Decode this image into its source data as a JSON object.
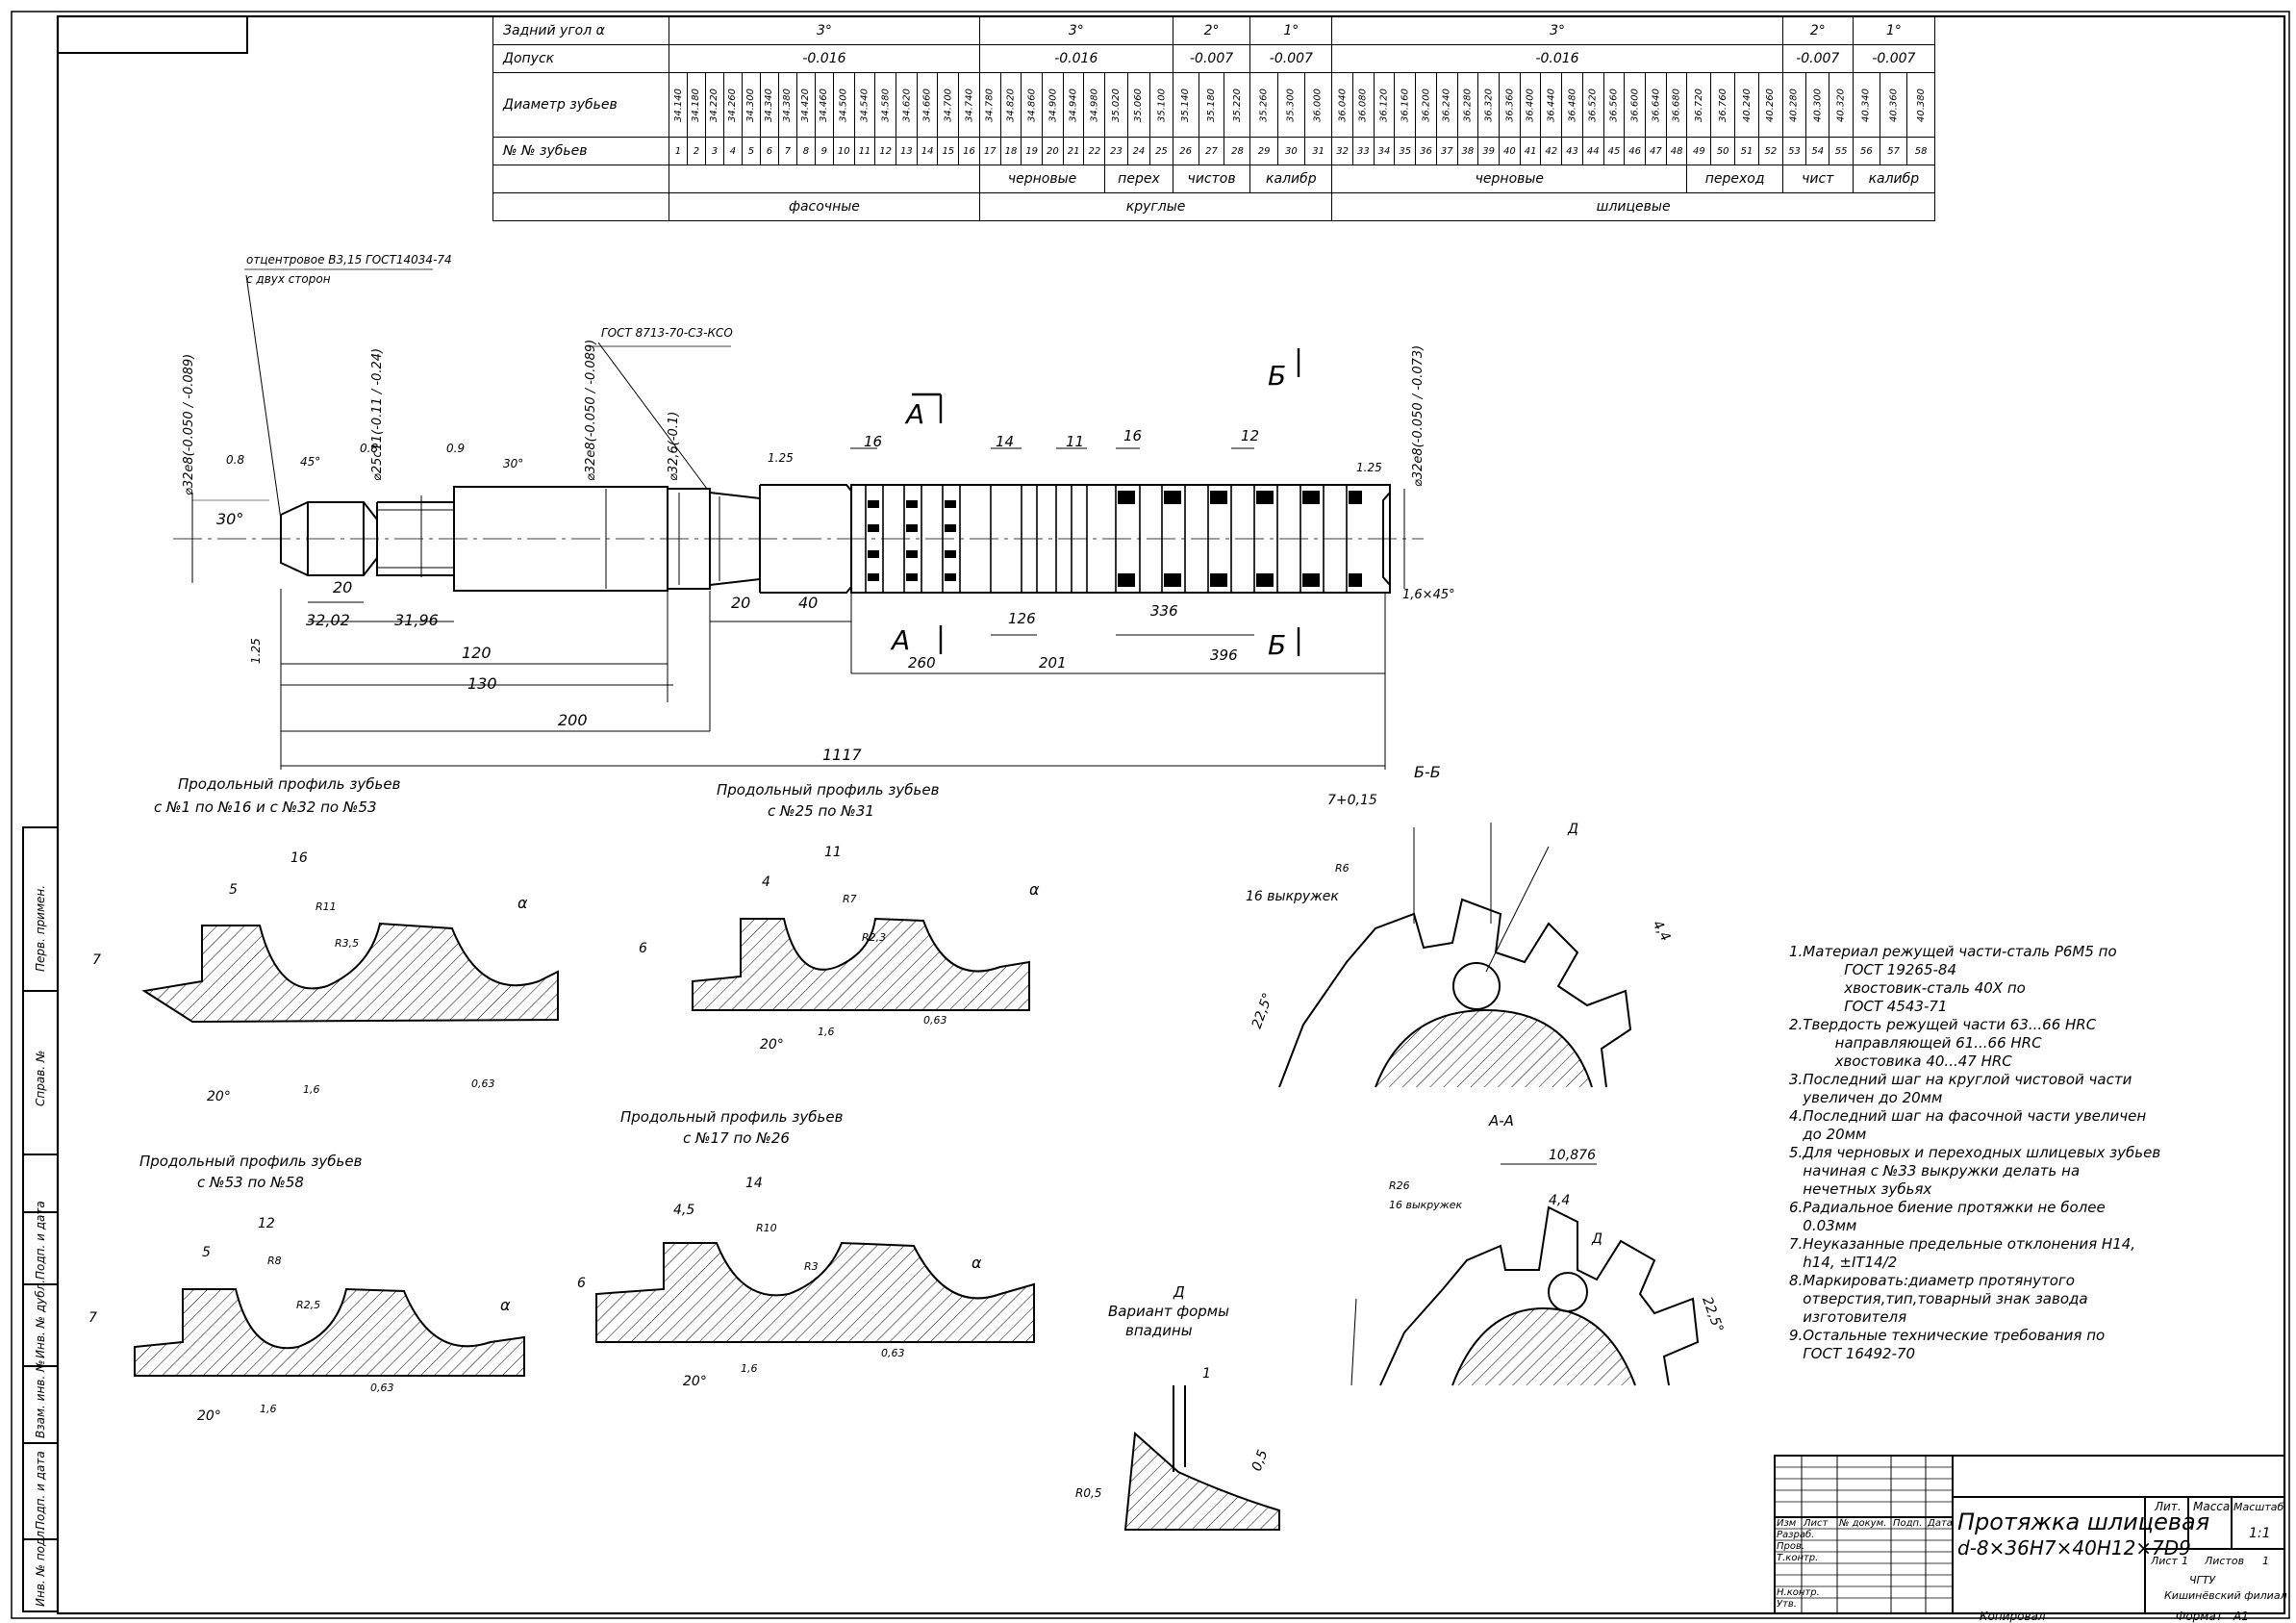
{
  "spec_table": {
    "rows": {
      "rake_angle": {
        "label": "Задний угол α",
        "cells": [
          "3°",
          "3°",
          "2°",
          "1°",
          "3°",
          "2°",
          "1°"
        ]
      },
      "tolerance": {
        "label": "Допуск",
        "cells": [
          "-0.016",
          "-0.016",
          "-0.007",
          "-0.007",
          "-0.016",
          "-0.007",
          "-0.007"
        ]
      },
      "diameter": {
        "label": "Диаметр зубьев",
        "values": [
          "34.140",
          "34.180",
          "34.220",
          "34.260",
          "34.300",
          "34.340",
          "34.380",
          "34.420",
          "34.460",
          "34.500",
          "34.540",
          "34.580",
          "34.620",
          "34.660",
          "34.700",
          "34.740",
          "34.780",
          "34.820",
          "34.860",
          "34.900",
          "34.940",
          "34.980",
          "35.020",
          "35.060",
          "35.100",
          "35.140",
          "35.180",
          "35.220",
          "35.260",
          "35.300",
          "36.000",
          "36.040",
          "36.080",
          "36.120",
          "36.160",
          "36.200",
          "36.240",
          "36.280",
          "36.320",
          "36.360",
          "36.400",
          "36.440",
          "36.480",
          "36.520",
          "36.560",
          "36.600",
          "36.640",
          "36.680",
          "36.720",
          "36.760",
          "40.240",
          "40.260",
          "40.280",
          "40.300",
          "40.320",
          "40.340",
          "40.360",
          "40.380"
        ]
      },
      "teeth_no": {
        "label": "№ № зубьев",
        "values": [
          "1",
          "2",
          "3",
          "4",
          "5",
          "6",
          "7",
          "8",
          "9",
          "10",
          "11",
          "12",
          "13",
          "14",
          "15",
          "16",
          "17",
          "18",
          "19",
          "20",
          "21",
          "22",
          "23",
          "24",
          "25",
          "26",
          "27",
          "28",
          "29",
          "30",
          "31",
          "32",
          "33",
          "34",
          "35",
          "36",
          "37",
          "38",
          "39",
          "40",
          "41",
          "42",
          "43",
          "44",
          "45",
          "46",
          "47",
          "48",
          "49",
          "50",
          "51",
          "52",
          "53",
          "54",
          "55",
          "56",
          "57",
          "58"
        ]
      },
      "tooth_kind": {
        "cells": [
          "",
          "черновые",
          "перех",
          "чистов",
          "калибр",
          "черновые",
          "переход",
          "чист",
          "калибр"
        ]
      },
      "section": {
        "cells": [
          "фасочные",
          "круглые",
          "шлицевые"
        ]
      }
    }
  },
  "main_drawing": {
    "note_centers": "отцентровое В3,15 ГОСТ14034-74",
    "note_sides": "с двух сторон",
    "note_gost": "ГОСТ 8713-70-С3-КСО",
    "section_a": "А",
    "section_b": "Б",
    "section_bb": "Б-Б",
    "dims": {
      "d1": "⌀32e8(-0.050 / -0.089)",
      "d2": "⌀25c11(-0.11 / -0.24)",
      "d3": "⌀32e8(-0.050 / -0.089)",
      "d4": "⌀32,6(-0.1)",
      "d5": "⌀32e8(-0.050 / -0.073)",
      "chamfer_08": "0.8",
      "chamfer_45": "45°",
      "chamfer_09": "0.9",
      "chamfer_30": "30°",
      "angle_30": "30°",
      "r125_a": "1.25",
      "r125_b": "1.25",
      "r125_c": "1.25",
      "l20a": "20",
      "l3202": "32,02",
      "l3196": "31,96",
      "l20b": "20",
      "l40": "40",
      "l120": "120",
      "l130": "130",
      "l200": "200",
      "l1117": "1117",
      "l16": "16",
      "l14": "14",
      "l11": "11",
      "l16b": "16",
      "l12": "12",
      "l126": "126",
      "l260": "260",
      "l201": "201",
      "l336": "336",
      "l396": "396",
      "ch16": "1,6×45°"
    }
  },
  "profiles": {
    "p1": {
      "title1": "Продольный профиль зубьев",
      "title2": "с №1 по №16 и с №32 по №53",
      "step": "16",
      "h": "5",
      "depth": "7",
      "r1": "R11",
      "r2": "R3,5",
      "angle": "20°",
      "alpha": "α",
      "rough1": "1,6",
      "rough2": "0,63"
    },
    "p2": {
      "title1": "Продольный профиль зубьев",
      "title2": "с №25 по №31",
      "step": "11",
      "h": "4",
      "depth": "6",
      "r1": "R7",
      "r2": "R2,3",
      "angle": "20°",
      "alpha": "α",
      "rough1": "1,6",
      "rough2": "0,63"
    },
    "p3": {
      "title1": "Продольный профиль зубьев",
      "title2": "с №53 по №58",
      "step": "12",
      "h": "5",
      "depth": "7",
      "r1": "R8",
      "r2": "R2,5",
      "angle": "20°",
      "alpha": "α",
      "rough1": "1,6",
      "rough2": "0,63"
    },
    "p4": {
      "title1": "Продольный профиль зубьев",
      "title2": "с №17 по №26",
      "step": "14",
      "h": "4,5",
      "depth": "6",
      "r1": "R10",
      "r2": "R3",
      "angle": "20°",
      "alpha": "α",
      "rough1": "1,6",
      "rough2": "0,63"
    }
  },
  "section_views": {
    "bb": {
      "label": "Б-Б",
      "tol": "7+0,15",
      "r6": "R6",
      "notches": "16 выкружек",
      "d_mark": "Д",
      "angle": "22,5°",
      "size": "4,4"
    },
    "aa": {
      "label": "А-А",
      "width": "10,876",
      "r26": "R26",
      "notches": "16 выкружек",
      "size": "4,4",
      "d_mark": "Д",
      "angle": "22,5°"
    },
    "detail_d": {
      "title1": "Д",
      "title2": "Вариант формы",
      "title3": "впадины",
      "w": "1",
      "r": "R0,5",
      "c": "0,5"
    }
  },
  "notes": [
    "1.Материал режущей части-сталь Р6М5 по",
    "            ГОСТ 19265-84",
    "            хвостовик-сталь 40Х по",
    "            ГОСТ 4543-71",
    "2.Твердость режущей части 63...66 HRC",
    "          направляющей 61...66 HRC",
    "          хвостовика 40...47 HRC",
    "3.Последний шаг на круглой чистовой части",
    "   увеличен до 20мм",
    "4.Последний шаг на фасочной части увеличен",
    "   до 20мм",
    "5.Для черновых и переходных шлицевых зубьев",
    "   начиная с №33 выкружки делать на",
    "   нечетных зубьях",
    "6.Радиальное биение протяжки не более",
    "   0.03мм",
    "7.Неуказанные предельные отклонения Н14,",
    "   h14, ±IT14/2",
    "8.Маркировать:диаметр протянутого",
    "   отверстия,тип,товарный знак завода",
    "   изготовителя",
    "9.Остальные технические требования по",
    "   ГОСТ 16492-70"
  ],
  "title_block": {
    "title_line1": "Протяжка шлицевая",
    "title_line2": "d-8×36H7×40H12×7D9",
    "lit": "Лит.",
    "mass": "Масса",
    "scale_label": "Масштаб",
    "scale": "1:1",
    "sheet": "Лист",
    "sheet_no": "1",
    "sheets": "Листов",
    "sheets_no": "1",
    "org1": "ЧГТУ",
    "org2": "Кишинёвский филиал",
    "copied": "Копировал",
    "format": "Формат",
    "format_val": "А1",
    "col_izm": "Изм",
    "col_list": "Лист",
    "col_doc": "№ докум.",
    "col_sign": "Подп.",
    "col_date": "Дата",
    "r_razrab": "Разраб.",
    "r_prov": "Пров.",
    "r_tkontr": "Т.контр.",
    "r_nkontr": "Н.контр.",
    "r_utv": "Утв."
  },
  "sidebar": {
    "perv": "Перв. примен.",
    "sprav": "Справ. №",
    "podp1": "Подп. и дата",
    "inv_dubl": "Инв. № дубл.",
    "vzam": "Взам. инв. №",
    "podp2": "Подп. и дата",
    "inv_podl": "Инв. № подл."
  }
}
